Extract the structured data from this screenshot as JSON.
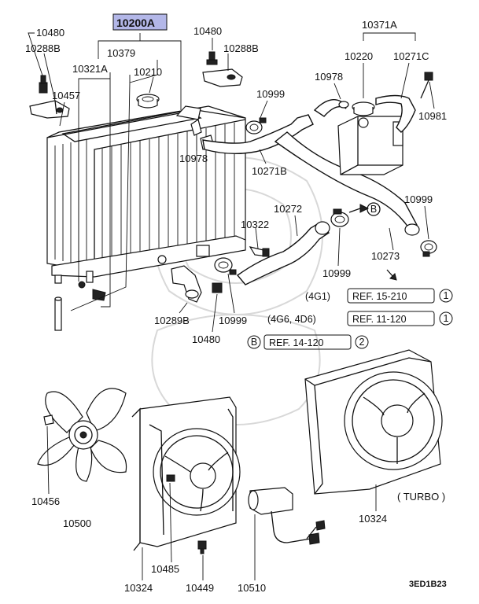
{
  "diagram": {
    "highlight_color": "#b3b7e8",
    "drawing_code": "3ED1B23",
    "labels": {
      "p10200A": "10200A",
      "p10480_a": "10480",
      "p10288B_a": "10288B",
      "p10379": "10379",
      "p10321A": "10321A",
      "p10210": "10210",
      "p10457": "10457",
      "p10480_b": "10480",
      "p10288B_b": "10288B",
      "p10999_a": "10999",
      "p10978_a": "10978",
      "p10271B": "10271B",
      "p10371A": "10371A",
      "p10220": "10220",
      "p10271C": "10271C",
      "p10978_b": "10978",
      "p10981": "10981",
      "p10272": "10272",
      "p10322": "10322",
      "p10999_b": "10999",
      "p10999_c": "10999",
      "p10273": "10273",
      "p10289B": "10289B",
      "p10999_d": "10999",
      "p10480_c": "10480",
      "p10456": "10456",
      "p10500": "10500",
      "p10485": "10485",
      "p10449": "10449",
      "p10510": "10510",
      "p10324_a": "10324",
      "p10324_b": "10324",
      "turbo": "( TURBO )"
    },
    "refs": [
      {
        "engine": "(4G1)",
        "ref": "REF. 15-210",
        "num": "1"
      },
      {
        "engine": "(4G6, 4D6)",
        "ref": "REF. 11-120",
        "num": "1"
      },
      {
        "engine": "B",
        "ref": "REF. 14-120",
        "num": "2"
      }
    ],
    "b_marker": "B"
  }
}
